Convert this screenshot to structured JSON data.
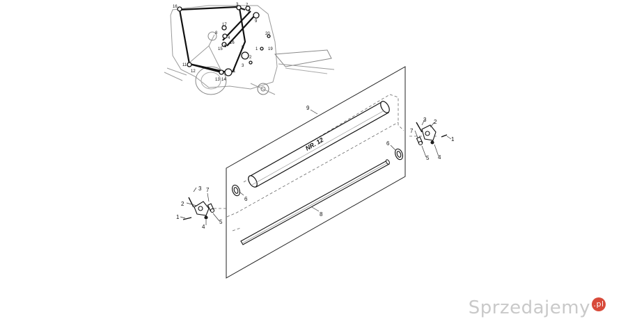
{
  "callouts": {
    "n1": "1",
    "n2": "2",
    "n3": "3",
    "n4": "4",
    "n5": "5",
    "n6": "6",
    "n7": "7",
    "n8": "8",
    "n9": "9",
    "n10": "10",
    "n11": "11",
    "n12": "12",
    "n13": "13",
    "n14": "14",
    "n15": "15",
    "n16": "16",
    "n17": "17",
    "n19": "19",
    "n20": "20"
  },
  "roller_marking": "NR. 12",
  "watermark": {
    "brand": "Sprzedajemy",
    "tld": ".pl"
  }
}
